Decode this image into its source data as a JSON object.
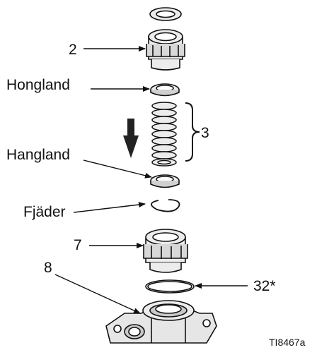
{
  "callouts": {
    "item_2": "2",
    "honglande": "Hongland",
    "item_3": "3",
    "hanglande": "Hangland",
    "spring": "Fjäder",
    "item_7": "7",
    "item_8": "8",
    "item_32": "32*"
  },
  "figure_ref": "TI8467a",
  "colors": {
    "line": "#111111",
    "part_fill": "#ececec",
    "part_shade": "#c9c9c9"
  }
}
